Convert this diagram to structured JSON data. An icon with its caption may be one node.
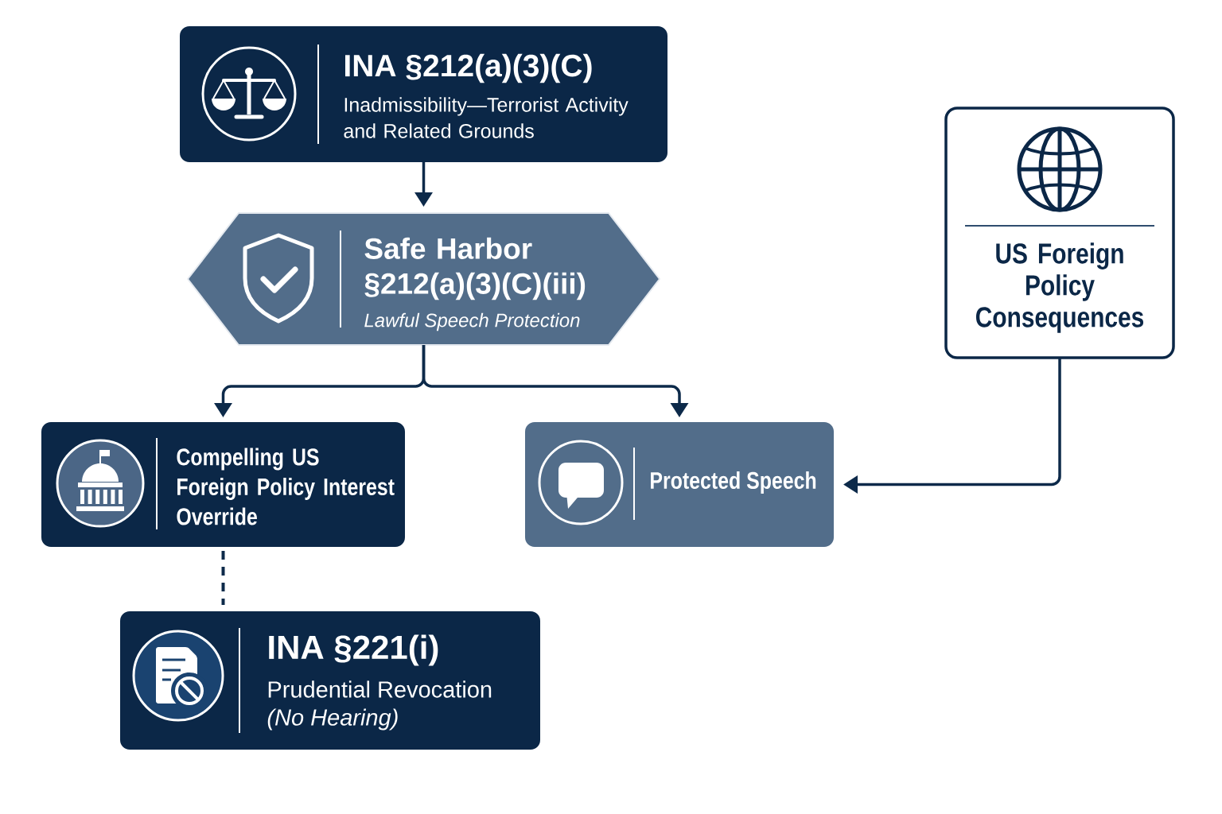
{
  "diagram": {
    "nodes": [
      {
        "text": [
          "INA §212(a)(3)(C)",
          "Inadmissibility—Terrorist Activity and Related Grounds"
        ]
      },
      {
        "text": [
          "Safe Harbor §212(a)(3)(C)(iii)",
          "Lawful Speech Protection"
        ]
      },
      {
        "text": [
          "Compelling US Foreign Policy Interest Override"
        ]
      },
      {
        "text": [
          "Protected Speech"
        ]
      },
      {
        "text": [
          "INA §221(i)",
          "Prudential Revocation",
          "(No Hearing)"
        ]
      },
      {
        "text": [
          "US Foreign Policy Consequences"
        ]
      }
    ],
    "edges": [
      {
        "from": 0,
        "to": 1,
        "arrow": "to"
      },
      {
        "from": 1,
        "to": 2,
        "arrow": "to"
      },
      {
        "from": 1,
        "to": 3,
        "arrow": "to"
      },
      {
        "from": 2,
        "to": 4,
        "arrow": "none",
        "style": "dashed"
      },
      {
        "from": 5,
        "to": 3,
        "arrow": "to"
      }
    ]
  }
}
